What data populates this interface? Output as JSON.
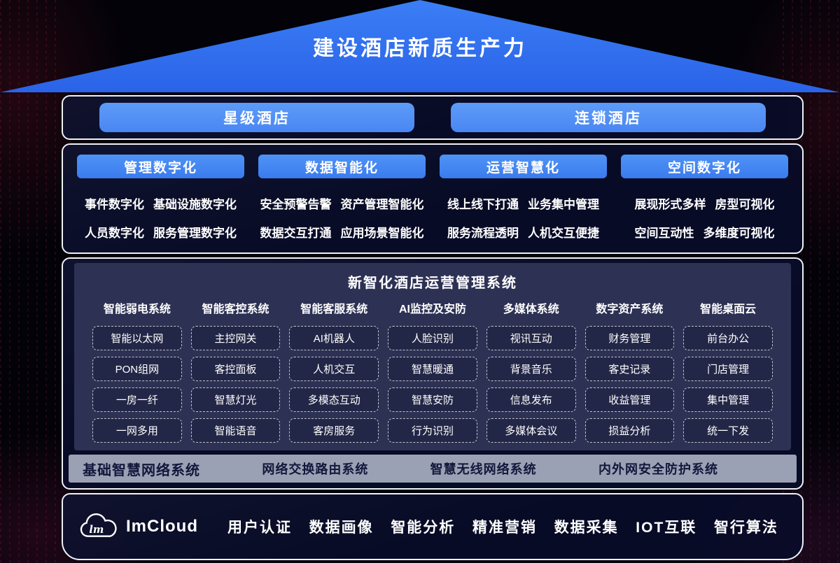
{
  "roof": {
    "title": "建设酒店新质生产力"
  },
  "hotel_band": {
    "buttons": [
      "星级酒店",
      "连锁酒店"
    ]
  },
  "pillars": [
    {
      "title": "管理数字化",
      "rows": [
        [
          "事件数字化",
          "基础设施数字化"
        ],
        [
          "人员数字化",
          "服务管理数字化"
        ]
      ]
    },
    {
      "title": "数据智能化",
      "rows": [
        [
          "安全预警告警",
          "资产管理智能化"
        ],
        [
          "数据交互打通",
          "应用场景智能化"
        ]
      ]
    },
    {
      "title": "运营智慧化",
      "rows": [
        [
          "线上线下打通",
          "业务集中管理"
        ],
        [
          "服务流程透明",
          "人机交互便捷"
        ]
      ]
    },
    {
      "title": "空间数字化",
      "rows": [
        [
          "展现形式多样",
          "房型可视化"
        ],
        [
          "空间互动性",
          "多维度可视化"
        ]
      ]
    }
  ],
  "system": {
    "title": "新智化酒店运营管理系统",
    "columns": [
      {
        "title": "智能弱电系统",
        "items": [
          "智能以太网",
          "PON组网",
          "一房一纤",
          "一网多用"
        ]
      },
      {
        "title": "智能客控系统",
        "items": [
          "主控网关",
          "客控面板",
          "智慧灯光",
          "智能语音"
        ]
      },
      {
        "title": "智能客服系统",
        "items": [
          "AI机器人",
          "人机交互",
          "多模态互动",
          "客房服务"
        ]
      },
      {
        "title": "AI监控及安防",
        "items": [
          "人脸识别",
          "智慧暖通",
          "智慧安防",
          "行为识别"
        ]
      },
      {
        "title": "多媒体系统",
        "items": [
          "视讯互动",
          "背景音乐",
          "信息发布",
          "多媒体会议"
        ]
      },
      {
        "title": "数字资产系统",
        "items": [
          "财务管理",
          "客史记录",
          "收益管理",
          "损益分析"
        ]
      },
      {
        "title": "智能桌面云",
        "items": [
          "前台办公",
          "门店管理",
          "集中管理",
          "统一下发"
        ]
      }
    ]
  },
  "network": {
    "items": [
      "基础智慧网络系统",
      "网络交换路由系统",
      "智慧无线网络系统",
      "内外网安全防护系统"
    ]
  },
  "footer": {
    "logo_text": "lm",
    "brand": "ImCloud",
    "items": [
      "用户认证",
      "数据画像",
      "智能分析",
      "精准营销",
      "数据采集",
      "IOT互联",
      "智行算法"
    ]
  },
  "colors": {
    "roof_blue": "#2f6fee",
    "hotel_button_blue": "#4f8ff6",
    "pillar_header_blue": "#3f83f2",
    "panel_bg": "#2d3154",
    "network_band_gray": "#9ba1b4",
    "body_bg": "#0a0d29",
    "accent_text_dark": "#13173b",
    "text_white": "#ffffff"
  }
}
